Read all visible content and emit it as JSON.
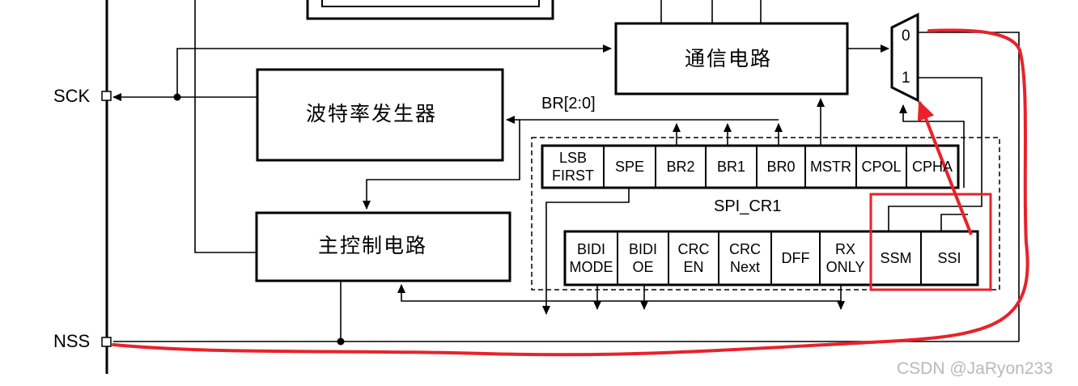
{
  "pins": {
    "sck": "SCK",
    "nss": "NSS"
  },
  "blocks": {
    "comm": "通信电路",
    "baud": "波特率发生器",
    "master": "主控制电路"
  },
  "mux": {
    "in0": "0",
    "in1": "1"
  },
  "br_label": "BR[2:0]",
  "cr1": {
    "name": "SPI_CR1",
    "bits": [
      {
        "l1": "LSB",
        "l2": "FIRST"
      },
      {
        "l1": "SPE",
        "l2": ""
      },
      {
        "l1": "BR2",
        "l2": ""
      },
      {
        "l1": "BR1",
        "l2": ""
      },
      {
        "l1": "BR0",
        "l2": ""
      },
      {
        "l1": "MSTR",
        "l2": ""
      },
      {
        "l1": "CPOL",
        "l2": ""
      },
      {
        "l1": "CPHA",
        "l2": ""
      }
    ]
  },
  "cr1_lower": {
    "bits": [
      {
        "l1": "BIDI",
        "l2": "MODE"
      },
      {
        "l1": "BIDI",
        "l2": "OE"
      },
      {
        "l1": "CRC",
        "l2": "EN"
      },
      {
        "l1": "CRC",
        "l2": "Next"
      },
      {
        "l1": "DFF",
        "l2": ""
      },
      {
        "l1": "RX",
        "l2": "ONLY"
      },
      {
        "l1": "SSM",
        "l2": ""
      },
      {
        "l1": "SSI",
        "l2": ""
      }
    ]
  },
  "watermark": "CSDN @JaRyon233",
  "colors": {
    "line": "#000000",
    "annotation": "#e8222a",
    "watermark": "#b9b9b9"
  }
}
